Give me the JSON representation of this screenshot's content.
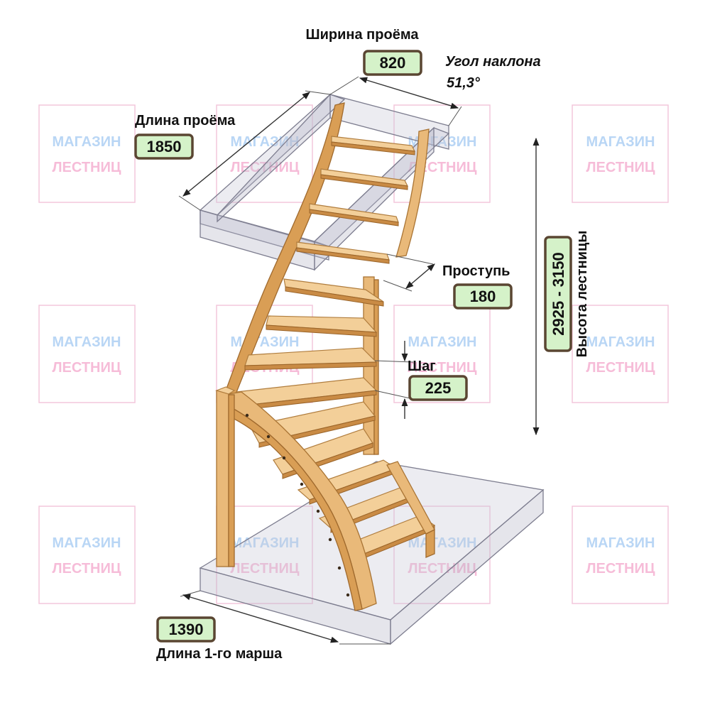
{
  "watermark": {
    "line1": "МАГАЗИН",
    "line2": "ЛЕСТНИЦ"
  },
  "labels": {
    "opening_width": "Ширина проёма",
    "opening_length": "Длина проёма",
    "incline_angle_line1": "Угол наклона",
    "incline_angle_line2": "51,3°",
    "tread_depth": "Проступь",
    "step_height": "Шаг",
    "stair_height": "Высота лестницы",
    "first_flight_length": "Длина 1-го марша"
  },
  "values": {
    "opening_width": "820",
    "opening_length": "1850",
    "tread_depth": "180",
    "step_height": "225",
    "stair_height": "2925 - 3150",
    "first_flight_length": "1390"
  },
  "colors": {
    "badge_fill": "#d5f2c9",
    "badge_border": "#5a4632",
    "wood": "#e9b979",
    "glass": "#c9c9d6"
  }
}
